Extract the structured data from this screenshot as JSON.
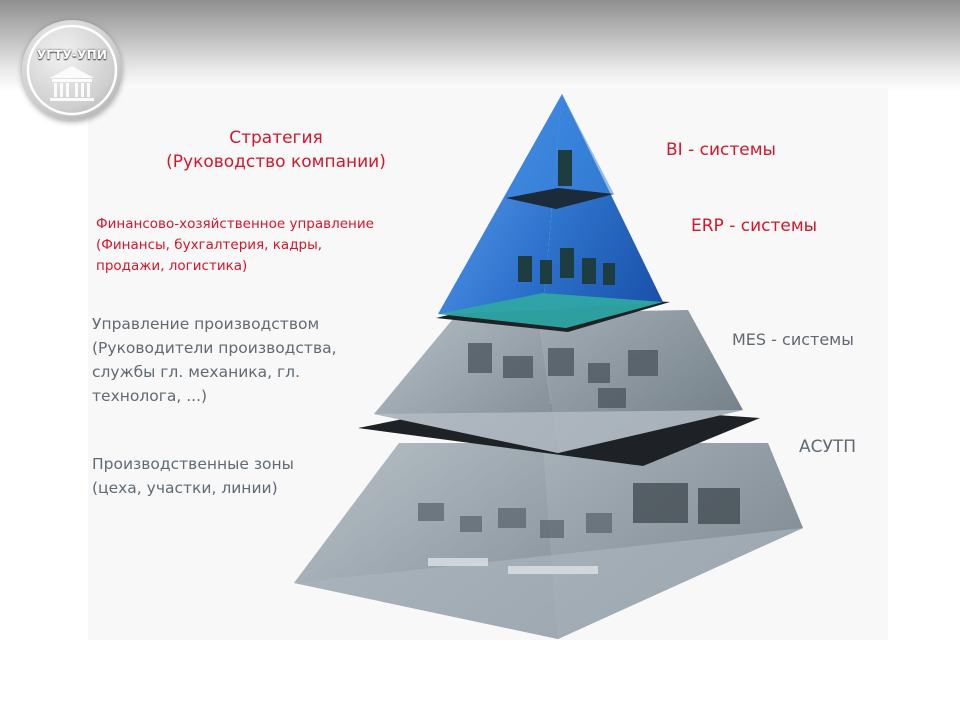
{
  "logo": {
    "text": "УГТУ-УПИ",
    "icon": "university-building-seal"
  },
  "diagram": {
    "left_labels": [
      {
        "lines": [
          "Стратегия",
          "(Руководство компании)"
        ]
      },
      {
        "lines": [
          "Финансово-хозяйственное управление",
          "(Финансы, бухгалтерия, кадры,",
          "продажи, логистика)"
        ]
      },
      {
        "lines": [
          "Управление производством",
          "(Руководители производства,",
          "службы гл. механика, гл.",
          "технолога, ...)"
        ]
      },
      {
        "lines": [
          "Производственные зоны",
          "(цеха, участки, линии)"
        ]
      }
    ],
    "right_labels": [
      "BI - системы",
      "ERP - системы",
      "MES - системы",
      "АСУТП"
    ],
    "colors": {
      "label_red": "#d4162a",
      "label_gray": "#5f6a73",
      "top_levels_blue": "#2f76d8",
      "floor_teal": "#2fa7a5",
      "lower_levels_gray": "#8f9aa2",
      "separator_dark": "#1e2226"
    }
  }
}
